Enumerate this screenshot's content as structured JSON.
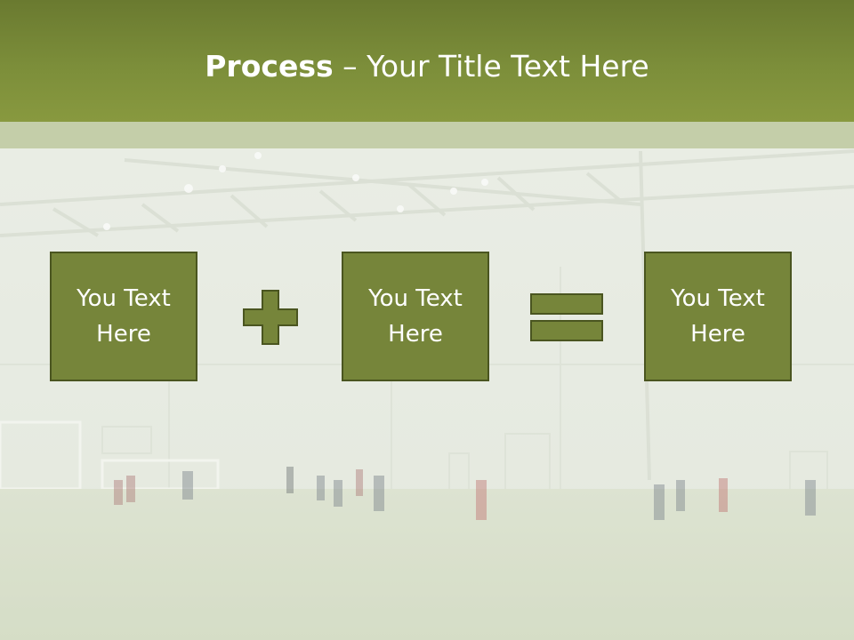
{
  "title": {
    "bold_part": "Process",
    "rest_part": " – Your Title Text Here"
  },
  "boxes": [
    {
      "label": "You Text Here"
    },
    {
      "label": "You Text Here"
    },
    {
      "label": "You Text Here"
    }
  ],
  "operators": [
    "plus",
    "equals"
  ],
  "colors": {
    "header": "#7c8e3a",
    "box_fill": "#76853a",
    "box_border": "#4a5520",
    "title_text": "#ffffff"
  }
}
